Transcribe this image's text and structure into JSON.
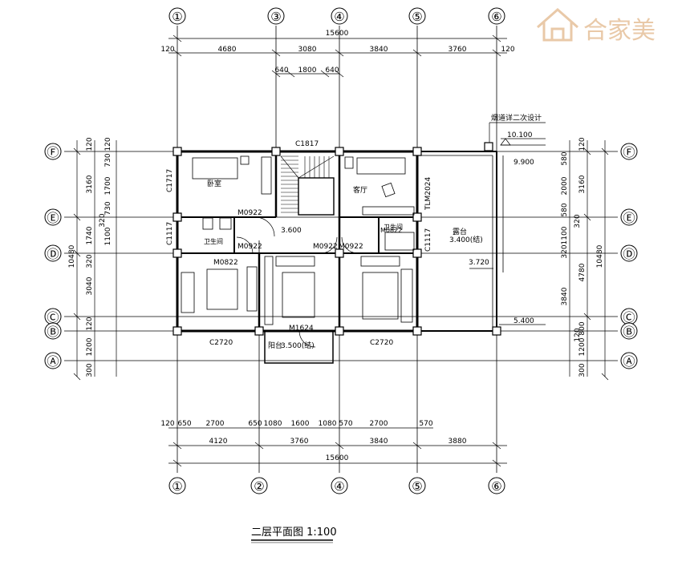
{
  "logo": {
    "text": "合家美",
    "color": "#e9c9a8"
  },
  "caption": "二层平面图 1:100",
  "axes": {
    "top": [
      "①",
      "③",
      "④",
      "⑤",
      "⑥"
    ],
    "bottom": [
      "①",
      "②",
      "④",
      "⑤",
      "⑥"
    ],
    "left": [
      "Ⓕ",
      "Ⓔ",
      "Ⓓ",
      "Ⓒ",
      "Ⓑ",
      "Ⓐ"
    ],
    "right": [
      "Ⓕ",
      "Ⓔ",
      "Ⓓ",
      "Ⓒ",
      "Ⓑ",
      "Ⓐ"
    ]
  },
  "dims": {
    "top_total": "15600",
    "top_row": [
      "120",
      "4680",
      "3080",
      "3840",
      "3760",
      "120"
    ],
    "top_sub": [
      "640",
      "1800",
      "640"
    ],
    "bottom_row1": [
      "120",
      "650",
      "2700",
      "650",
      "1080",
      "1600",
      "1080",
      "570",
      "2700",
      "570"
    ],
    "bottom_row2": [
      "4120",
      "3760",
      "3840",
      "3880"
    ],
    "bottom_total": "15600",
    "left_inner": [
      "120",
      "120",
      "730",
      "1700",
      "730",
      "320",
      "1100",
      "320",
      "120",
      "1200",
      "300"
    ],
    "left_mid": [
      "3160",
      "1740",
      "3040"
    ],
    "left_total": "10480",
    "right_inner": [
      "120",
      "580",
      "2000",
      "580",
      "320",
      "1100",
      "320",
      "3840",
      "800",
      "120",
      "1200",
      "300"
    ],
    "right_mid": [
      "3160",
      "4780"
    ],
    "right_total": "10480"
  },
  "labels": {
    "chimney_note": "烟道详二次设计",
    "elev_10100": "10.100",
    "elev_9900": "9.900",
    "c1817": "C1817",
    "c1717": "C1717",
    "c1117_l": "C1117",
    "c1117_r": "C1117",
    "bedroom_top": "卧室",
    "living": "客厅",
    "tlm": "TLM2024",
    "bath_l": "卫生间",
    "bath_r": "卫生间",
    "m0922_a": "M0922",
    "m0922_b": "M0922",
    "m0922_c": "M0922",
    "m0922_d": "M0922",
    "m0822_l": "M0822",
    "m0822_r": "M0822",
    "elev_3600": "3.600",
    "terrace": "露台",
    "terrace_elev": "3.400(结)",
    "elev_3720": "3.720",
    "elev_5400": "5.400",
    "m1624": "M1624",
    "balcony": "阳台",
    "balcony_elev": "3.500(结)",
    "c2720_l": "C2720",
    "c2720_r": "C2720"
  }
}
